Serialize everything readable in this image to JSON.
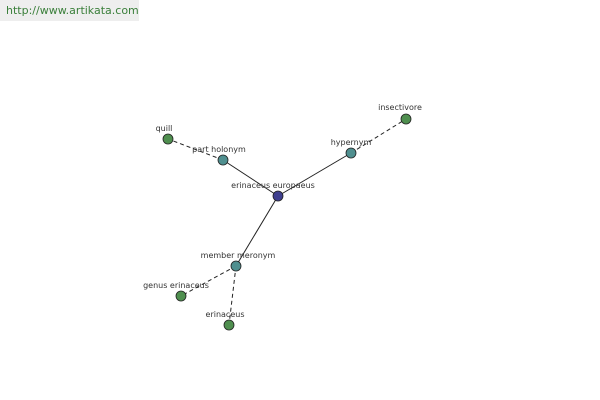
{
  "watermark": {
    "url": "http://www.artikata.com"
  },
  "colors": {
    "center": "#3f3f8f",
    "relation": "#4f8f8f",
    "leaf": "#4f8f4f"
  },
  "graph": {
    "nodes": [
      {
        "id": "center",
        "label": "erinaceus europaeus",
        "kind": "center"
      },
      {
        "id": "part_holonym",
        "label": "part holonym",
        "kind": "relation"
      },
      {
        "id": "hypernym",
        "label": "hypernym",
        "kind": "relation"
      },
      {
        "id": "member_meronym",
        "label": "member meronym",
        "kind": "relation"
      },
      {
        "id": "quill",
        "label": "quill",
        "kind": "leaf"
      },
      {
        "id": "insectivore",
        "label": "insectivore",
        "kind": "leaf"
      },
      {
        "id": "genus_erinaceus",
        "label": "genus erinaceus",
        "kind": "leaf"
      },
      {
        "id": "erinaceus",
        "label": "erinaceus",
        "kind": "leaf"
      }
    ],
    "edges": [
      {
        "from": "center",
        "to": "part_holonym",
        "style": "solid"
      },
      {
        "from": "center",
        "to": "hypernym",
        "style": "solid"
      },
      {
        "from": "center",
        "to": "member_meronym",
        "style": "solid"
      },
      {
        "from": "part_holonym",
        "to": "quill",
        "style": "dashed"
      },
      {
        "from": "hypernym",
        "to": "insectivore",
        "style": "dashed"
      },
      {
        "from": "member_meronym",
        "to": "genus_erinaceus",
        "style": "dashed"
      },
      {
        "from": "member_meronym",
        "to": "erinaceus",
        "style": "dashed"
      }
    ]
  }
}
